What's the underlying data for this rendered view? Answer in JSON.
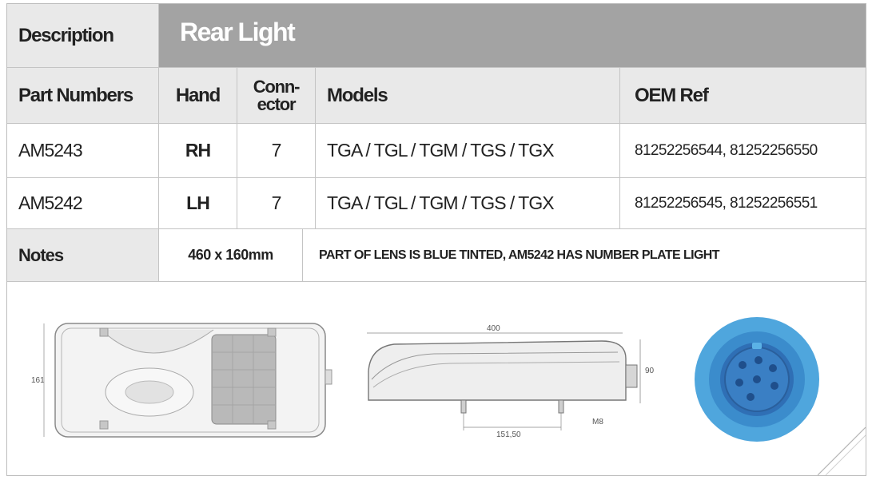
{
  "description": {
    "label": "Description",
    "title": "Rear Light"
  },
  "table": {
    "headers": {
      "part_numbers": "Part Numbers",
      "hand": "Hand",
      "connector_line1": "Conn-",
      "connector_line2": "ector",
      "models": "Models",
      "oem_ref": "OEM Ref"
    },
    "rows": [
      {
        "part": "AM5243",
        "hand": "RH",
        "connector": "7",
        "models": "TGA / TGL / TGM / TGS / TGX",
        "oem": "81252256544, 81252256550"
      },
      {
        "part": "AM5242",
        "hand": "LH",
        "connector": "7",
        "models": "TGA / TGL / TGM / TGS / TGX",
        "oem": "81252256545, 81252256551"
      }
    ]
  },
  "notes": {
    "label": "Notes",
    "size": "460 x 160mm",
    "text": "PART OF LENS IS BLUE TINTED, AM5242 HAS NUMBER PLATE LIGHT"
  },
  "drawings": {
    "front_height": "161",
    "side_width": "400",
    "side_height": "90",
    "stud_spacing": "151,50",
    "thread": "M8"
  },
  "colors": {
    "header_bg": "#e9e9e9",
    "title_bg": "#a3a3a3",
    "connector_blue": "#4a9fd8"
  }
}
